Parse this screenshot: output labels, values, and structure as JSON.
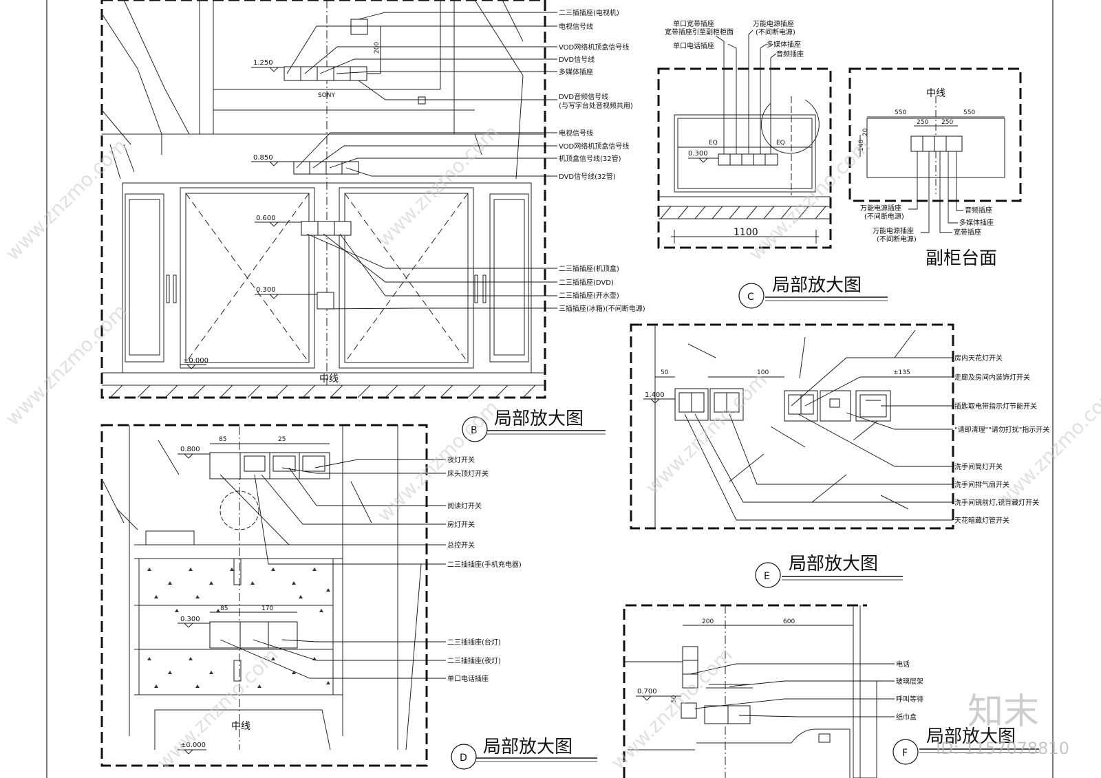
{
  "panelB": {
    "labels": [
      "二三插插座(电视机)",
      "电视信号线",
      "VOD网络机顶盒信号线",
      "DVD信号线",
      "多媒体插座",
      "DVD音频信号线",
      "(与写字台处音视频共用)",
      "电视信号线",
      "VOD网络机顶盒信号线",
      "机顶盒信号线(32管)",
      "DVD信号线(32管)",
      "二三插插座(机顶盒)",
      "二三插插座(DVD)",
      "二三插插座(开水壶)",
      "三插插座(冰箱)(不间断电源)"
    ],
    "levels": [
      "1.250",
      "0.850",
      "0.600",
      "0.300",
      "±0.000"
    ],
    "dim": "200",
    "brand": "SONY",
    "centerline": "中线",
    "title": "局部放大图",
    "letter": "B"
  },
  "panelC": {
    "top_labels": [
      "单口宽带插座",
      "宽带插座引至副柜柜面",
      "单口电话插座",
      "万能电源插座",
      "(不间断电源)",
      "多媒体插座",
      "音频插座"
    ],
    "eq": "EQ",
    "level": "0.300",
    "width_dim": "1100",
    "title": "局部放大图",
    "letter": "C"
  },
  "panelCounter": {
    "centerline": "中线",
    "dims": [
      "550",
      "550",
      "250",
      "250",
      "140",
      "20"
    ],
    "labels": [
      "万能电源插座",
      "(不间断电源)",
      "万能电源插座",
      "(不间断电源)",
      "音频插座",
      "多媒体插座",
      "宽带插座"
    ],
    "title": "副柜台面"
  },
  "panelD": {
    "labels": [
      "夜灯开关",
      "床头顶灯开关",
      "阅读灯开关",
      "房灯开关",
      "总控开关",
      "二三插插座(手机充电器)",
      "二三插插座(台灯)",
      "二三插插座(夜灯)",
      "单口电话插座"
    ],
    "dims": [
      "85",
      "25",
      "85",
      "170"
    ],
    "levels": [
      "0.800",
      "0.300",
      "±0.000"
    ],
    "centerline": "中线",
    "title": "局部放大图",
    "letter": "D"
  },
  "panelE": {
    "labels": [
      "房内天花灯开关",
      "走廊及房间内装饰灯开关",
      "插匙取电带指示灯节能开关",
      "\"请即清理\"\"请勿打扰\"指示开关",
      "洗手间筒灯开关",
      "洗手间排气扇开关",
      "洗手间镜前灯,镜背藏灯开关",
      "天花暗藏灯管开关"
    ],
    "dims": [
      "50",
      "100",
      "±135"
    ],
    "level": "1.400",
    "title": "局部放大图",
    "letter": "E"
  },
  "panelF": {
    "labels": [
      "电话",
      "玻璃层架",
      "呼叫等待",
      "纸巾盒"
    ],
    "dims": [
      "200",
      "600",
      "50"
    ],
    "level": "0.700",
    "title": "局部放大图",
    "letter": "F"
  },
  "watermark": {
    "text": "www.znzmo.com",
    "brand": "知末",
    "id": "ID: 1157078810"
  }
}
